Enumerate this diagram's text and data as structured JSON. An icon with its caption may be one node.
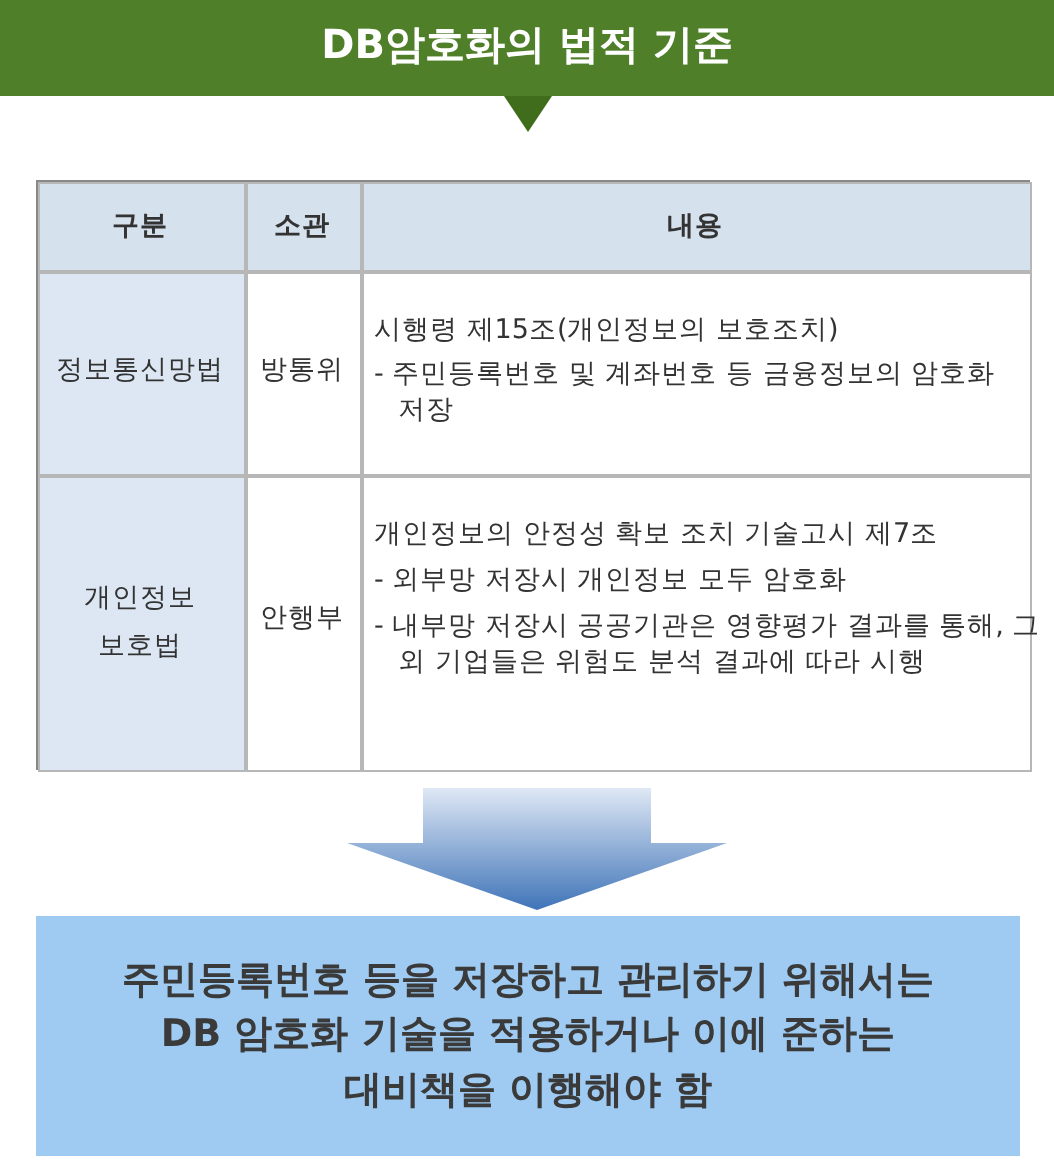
{
  "diagram": {
    "title": "DB암호화의 법적 기준",
    "nodes": [
      {
        "text": [],
        "shape": "box"
      },
      {
        "text": [
          "주민등록번호 등을 저장하고 관리하기 위해서는 DB 암호화 기술을 적용하거나 이에 준하는 대비책을 이행해야 함"
        ]
      }
    ],
    "edges": [
      {
        "from": 0,
        "to": 1,
        "arrow": "to"
      }
    ],
    "labels": [
      "구분",
      "소관",
      "내용",
      "정보통신망법",
      "방통위",
      "시행령 제15조(개인정보의 보호조치)",
      "- 주민등록번호 및 계좌번호 등 금융정보의 암호화 저장",
      "개인정보 보호법",
      "안행부",
      "개인정보의 안정성 확보 조치 기술고시 제7조",
      "- 외부망 저장시 개인정보 모두 암호화",
      "- 내부망 저장시 공공기관은 영향평가 결과를 통해, 그 외 기업들은 위험도 분석 결과에 따라 시행"
    ]
  }
}
